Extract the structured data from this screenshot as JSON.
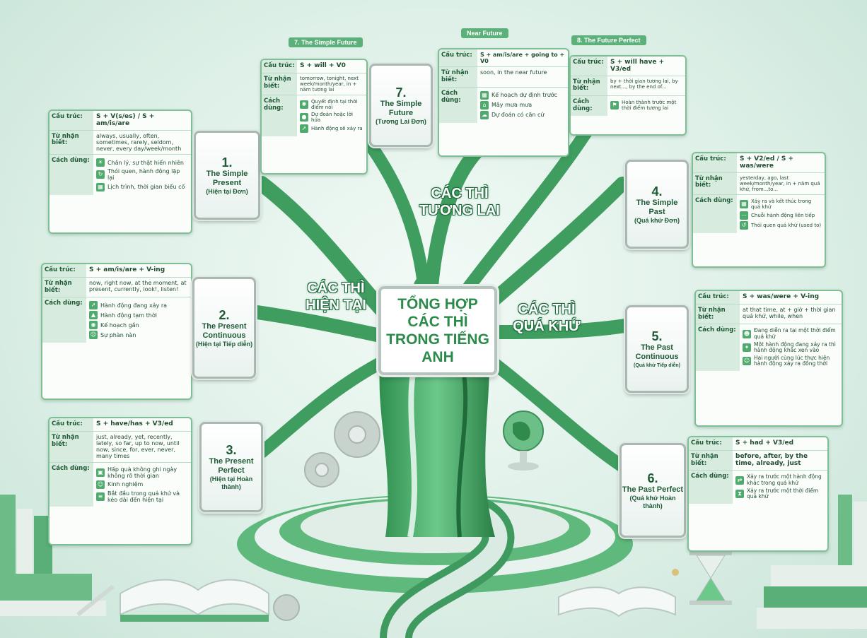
{
  "center_title": "TỔNG HỢP CÁC THÌ TRONG TIẾNG ANH",
  "groups": {
    "present": "CÁC THÌ HIỆN TẠI",
    "future": "CÁC THÌ TƯƠNG LAI",
    "past": "CÁC THÌ QUÁ KHỨ"
  },
  "labels": {
    "structure": "Cấu trúc:",
    "signals": "Từ nhận biết:",
    "usage": "Cách dùng:"
  },
  "colors": {
    "accent": "#4faa6d",
    "dark": "#1e6b3c",
    "card_border": "#7fbf95"
  },
  "tenses": {
    "simple_present": {
      "number": "1.",
      "name": "The Simple Present",
      "vn": "(Hiện tại Đơn)",
      "structure": "S + V(s/es) / S + am/is/are",
      "signals": "always, usually, often, sometimes, rarely, seldom, never, every day/week/month",
      "usages": [
        "Chân lý, sự thật hiển nhiên",
        "Thói quen, hành động lặp lại",
        "Lịch trình, thời gian biểu cố"
      ]
    },
    "present_continuous": {
      "number": "2.",
      "name": "The Present Continuous",
      "vn": "(Hiện tại Tiếp diễn)",
      "structure": "S + am/is/are + V-ing",
      "signals": "now, right now, at the moment, at present, currently, look!, listen!",
      "usages": [
        "Hành động đang xảy ra",
        "Hành động tạm thời",
        "Kế hoạch gần",
        "Sự phàn nàn"
      ]
    },
    "present_perfect": {
      "number": "3.",
      "name": "The Present Perfect",
      "vn": "(Hiện tại Hoàn thành)",
      "structure": "S + have/has + V3/ed",
      "signals": "just, already, yet, recently, lately, so far, up to now, until now, since, for, ever, never, many times",
      "usages": [
        "Hấp quà không ghi ngày không rõ thời gian",
        "Kinh nghiệm",
        "Bắt đầu trong quá khứ và kéo dài đến hiện tại"
      ]
    },
    "simple_past": {
      "number": "4.",
      "name": "The Simple Past",
      "vn": "(Quá khứ Đơn)",
      "structure": "S + V2/ed / S + was/were",
      "signals": "yesterday, ago, last week/month/year, in + năm quá khứ, from...to...",
      "usages": [
        "Xảy ra và kết thúc trong quá khứ",
        "Chuỗi hành động liên tiếp",
        "Thói quen quá khứ (used to)"
      ]
    },
    "past_continuous": {
      "number": "5.",
      "name": "The Past Continuous",
      "vn": "(Quá khứ Tiếp diễn)",
      "structure": "S + was/were + V-ing",
      "signals": "at that time, at + giờ + thời gian quá khứ, while, when",
      "usages": [
        "Đang diễn ra tại một thời điểm quá khứ",
        "Một hành động đang xảy ra thì hành động khác xen vào",
        "Hai người cùng lúc thực hiện hành động xảy ra đồng thời"
      ]
    },
    "past_perfect": {
      "number": "6.",
      "name": "The Past Perfect",
      "vn": "(Quá khứ Hoàn thành)",
      "structure": "S + had + V3/ed",
      "signals": "before, after, by the time, already, just",
      "usages": [
        "Xảy ra trước một hành động khác trong quá khứ",
        "Xảy ra trước một thời điểm quá khứ"
      ]
    },
    "simple_future": {
      "banner": "7. The Simple Future",
      "number": "7.",
      "name": "The Simple Future",
      "vn": "(Tương Lai Đơn)",
      "structure": "S + will + V0",
      "signals": "tomorrow, tonight, next week/month/year, in + năm tương lai",
      "usages": [
        "Quyết định tại thời điểm nói",
        "Dự đoán hoặc lời hứa",
        "Hành động sẽ xảy ra"
      ]
    },
    "near_future": {
      "banner": "Near Future",
      "structure": "S + am/is/are + going to + V0",
      "signals": "soon, in the near future",
      "usages": [
        "Kế hoạch dự định trước",
        "Mây mưa mưa",
        "Dự đoán có căn cứ"
      ]
    },
    "future_perfect": {
      "banner": "8. The Future Perfect",
      "structure": "S + will have + V3/ed",
      "signals": "by + thời gian tương lai, by next..., by the end of...",
      "usages": [
        "Hoàn thành trước một thời điểm tương lai"
      ]
    }
  }
}
